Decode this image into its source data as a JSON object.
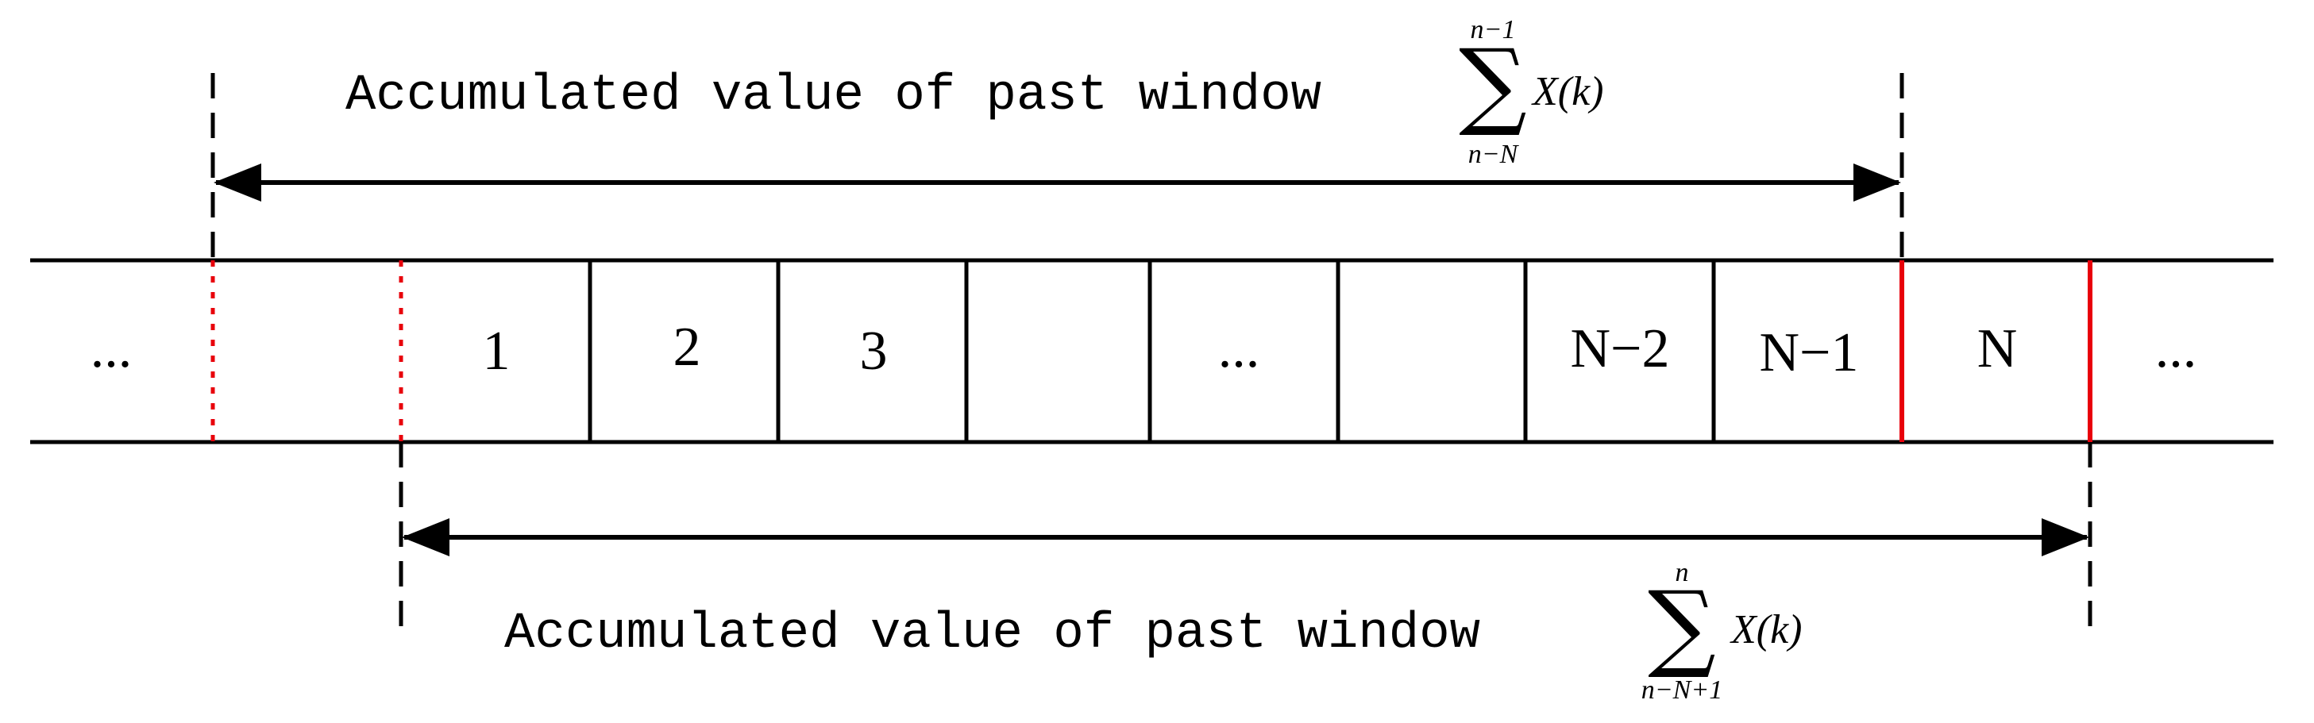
{
  "top": {
    "label": "Accumulated value of past window",
    "sum_upper": "n−1",
    "sum_lower": "n−N",
    "sum_symbol": "∑",
    "term": "X(k)"
  },
  "bottom": {
    "label": "Accumulated value of past window",
    "sum_upper": "n",
    "sum_lower": "n−N+1",
    "sum_symbol": "∑",
    "term": "X(k)"
  },
  "cells": {
    "left_ellipsis": "...",
    "c1": "1",
    "c2": "2",
    "c3": "3",
    "mid_ellipsis": "...",
    "n_minus_2": "N−2",
    "n_minus_1": "N−1",
    "n": "N",
    "right_ellipsis": "..."
  },
  "colors": {
    "line": "#000000",
    "highlight": "#e8000b"
  }
}
